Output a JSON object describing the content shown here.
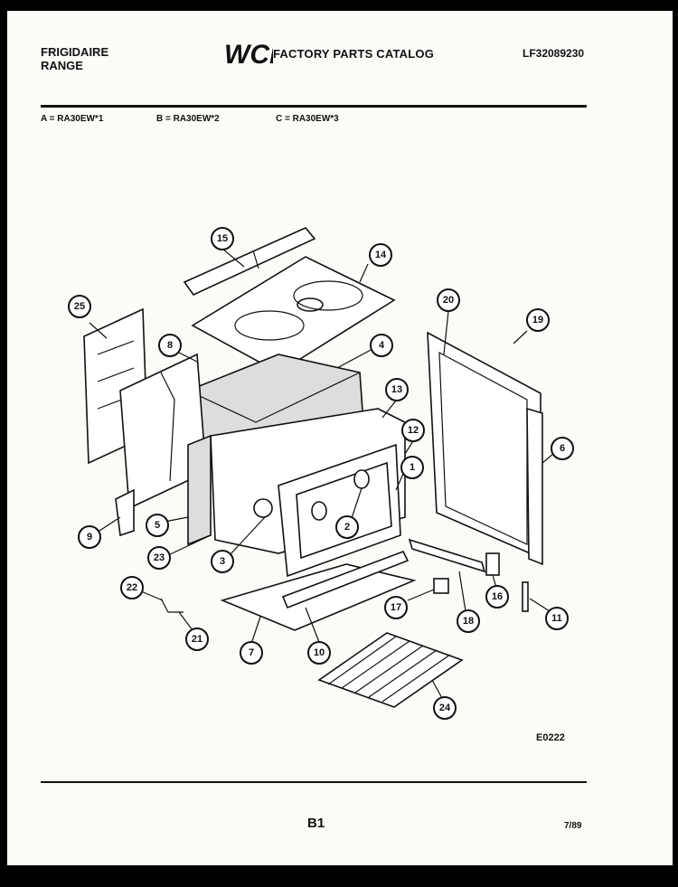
{
  "header": {
    "brand_line1": "FRIGIDAIRE",
    "brand_line2": "RANGE",
    "logo_text": "WCI",
    "catalog_title": "FACTORY PARTS CATALOG",
    "catalog_number": "LF32089230"
  },
  "models": [
    {
      "key": "A = RA30EW*1"
    },
    {
      "key": "B = RA30EW*2"
    },
    {
      "key": "C = RA30EW*3"
    }
  ],
  "diagram": {
    "callouts": [
      "1",
      "2",
      "3",
      "4",
      "5",
      "6",
      "7",
      "8",
      "9",
      "10",
      "11",
      "12",
      "13",
      "14",
      "15",
      "16",
      "17",
      "18",
      "19",
      "20",
      "21",
      "22",
      "23",
      "24",
      "25"
    ]
  },
  "footer": {
    "figure_code": "E0222",
    "page_number": "B1",
    "date": "7/89"
  },
  "colors": {
    "ink": "#111111",
    "paper": "#fbfbf8",
    "border": "#000000"
  }
}
